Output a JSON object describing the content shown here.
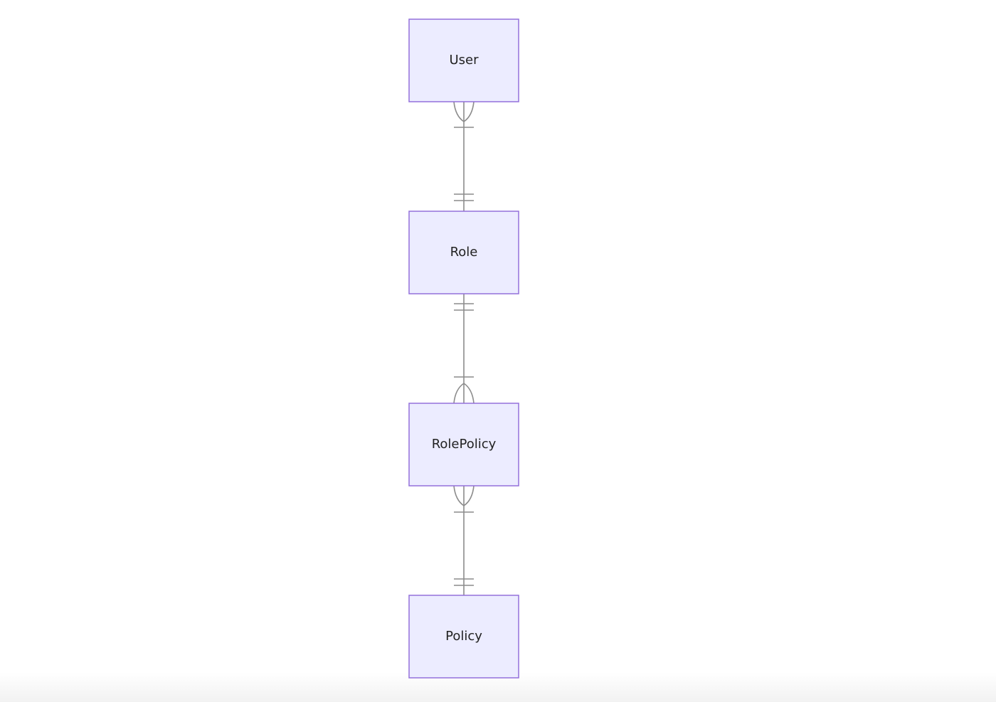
{
  "diagram": {
    "type": "entity-relationship",
    "entities": [
      {
        "id": "user",
        "label": "User"
      },
      {
        "id": "role",
        "label": "Role"
      },
      {
        "id": "rolepolicy",
        "label": "RolePolicy"
      },
      {
        "id": "policy",
        "label": "Policy"
      }
    ],
    "relationships": [
      {
        "from": "user",
        "to": "role",
        "from_cardinality": "one-or-many",
        "to_cardinality": "exactly-one"
      },
      {
        "from": "role",
        "to": "rolepolicy",
        "from_cardinality": "exactly-one",
        "to_cardinality": "one-or-many"
      },
      {
        "from": "rolepolicy",
        "to": "policy",
        "from_cardinality": "one-or-many",
        "to_cardinality": "exactly-one"
      }
    ]
  },
  "colors": {
    "entity_fill": "#ececff",
    "entity_stroke": "#9370db",
    "line": "#8c8c8c",
    "text": "#222222"
  }
}
